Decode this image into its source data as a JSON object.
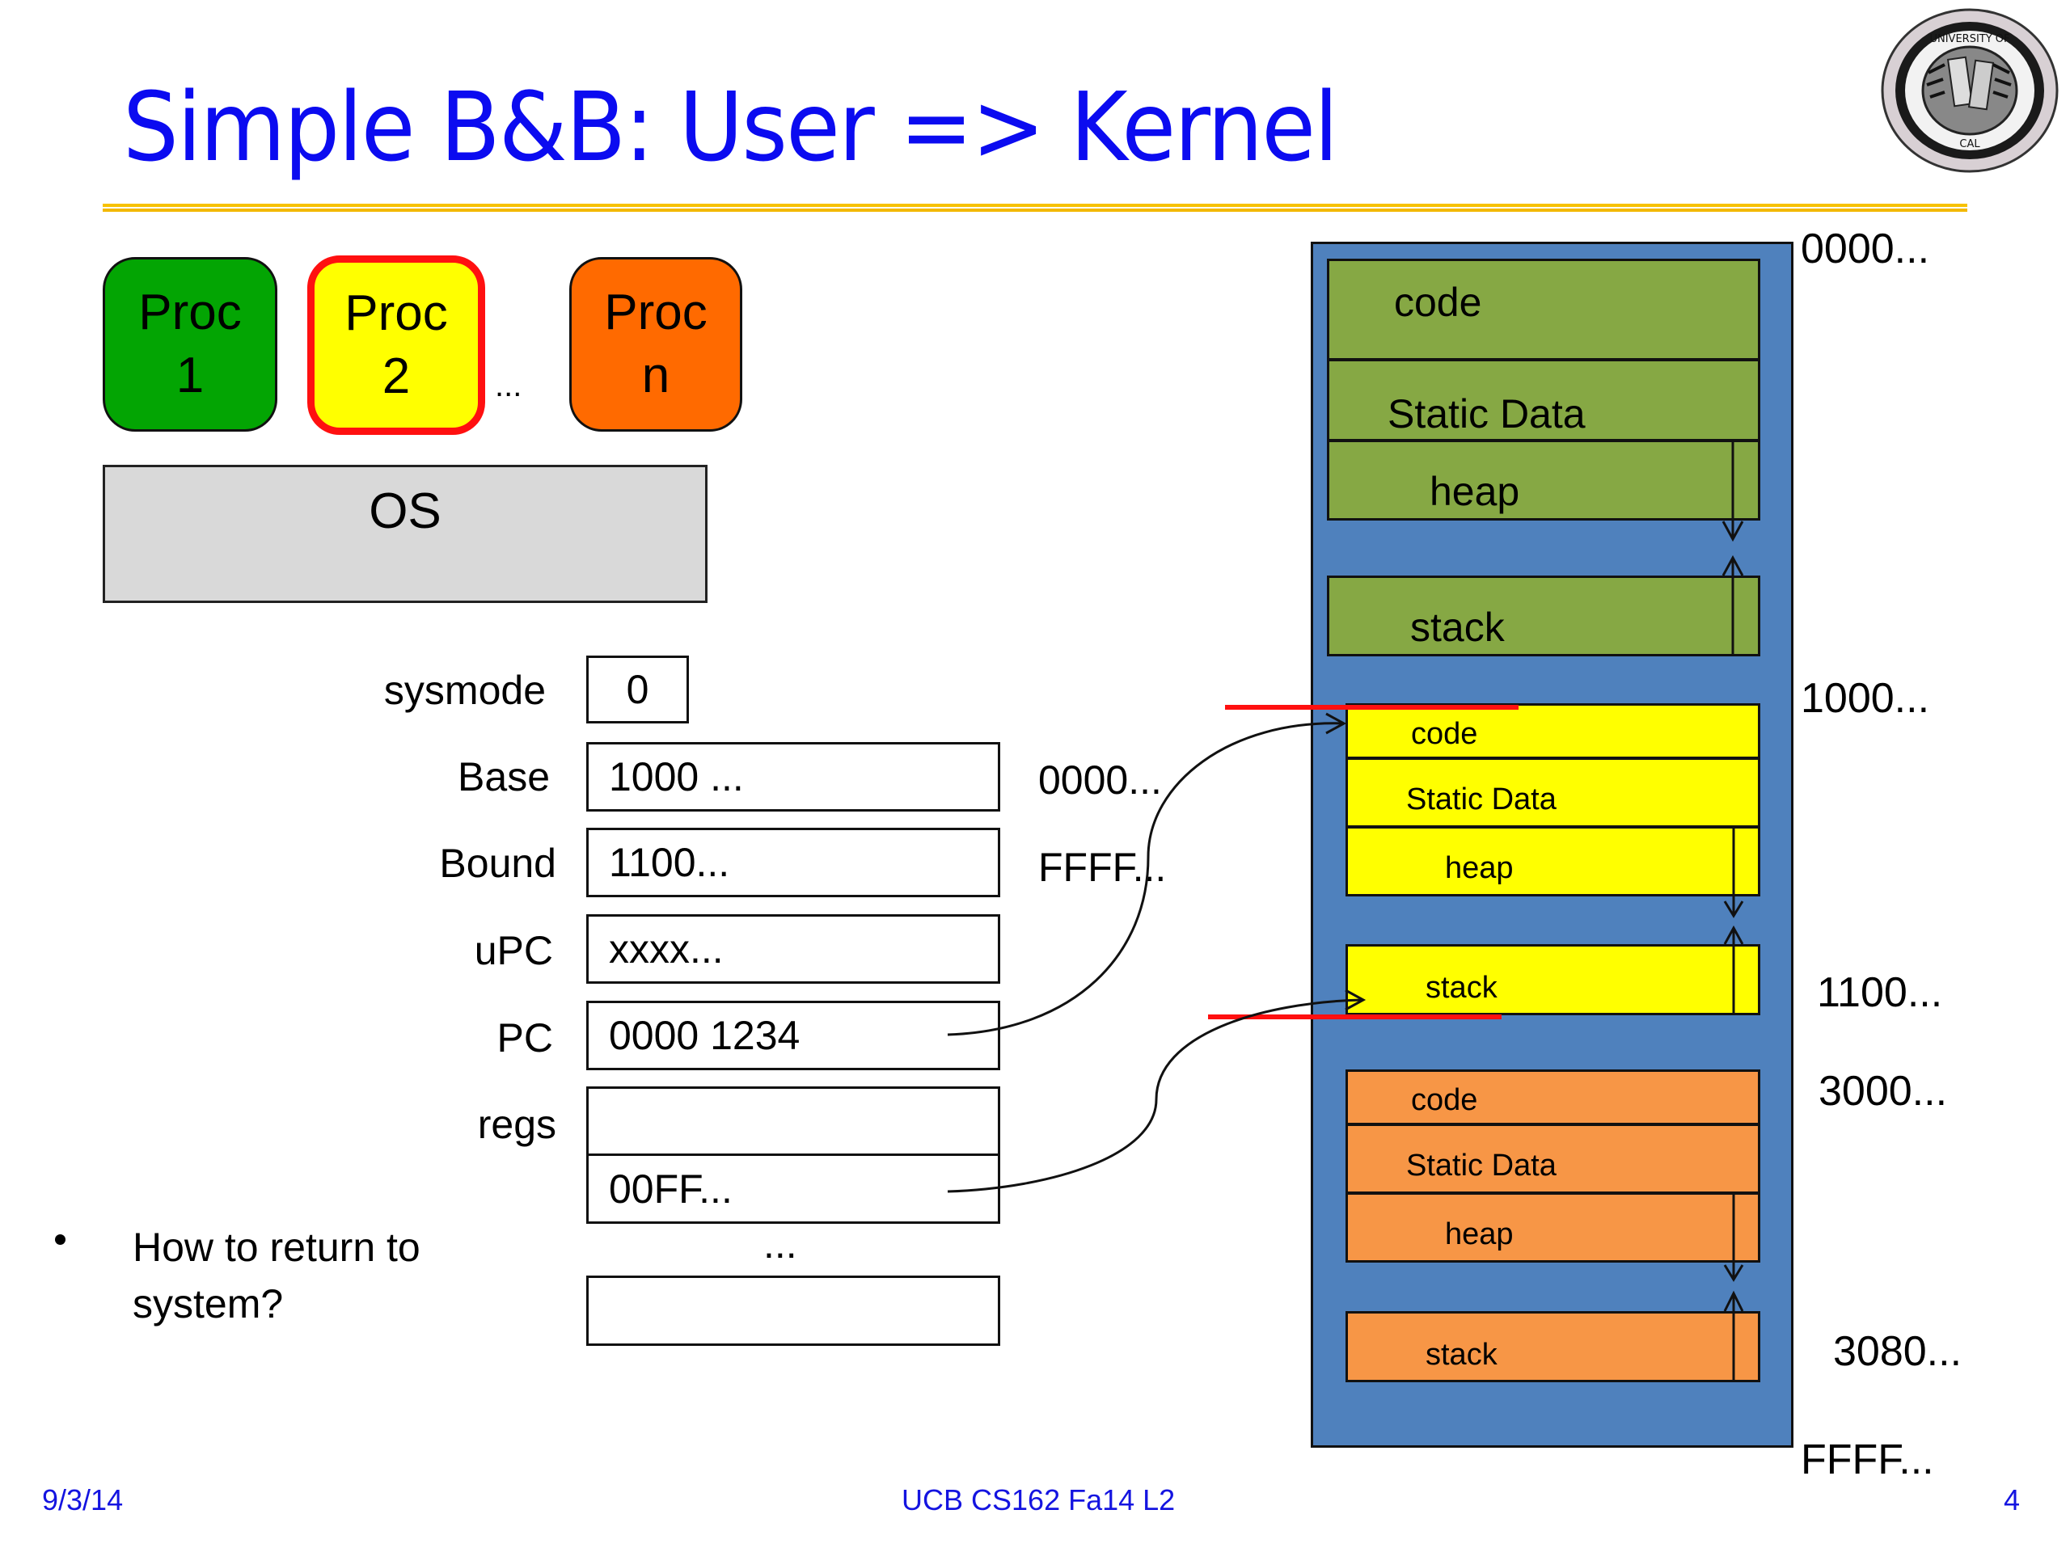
{
  "slide": {
    "title": "Simple B&B: User => Kernel",
    "logo": "uc-seal-icon",
    "accent_colors": {
      "title": "#0b0bf0",
      "rule": "#f7c200"
    }
  },
  "processes": [
    {
      "name": "Proc",
      "id": "1",
      "color": "#03a503",
      "active": false
    },
    {
      "name": "Proc",
      "id": "2",
      "color": "#ffff00",
      "active": true,
      "highlight": "#ff1010"
    },
    {
      "name": "Proc",
      "id": "n",
      "color": "#ff6a00",
      "active": false
    }
  ],
  "process_ellipsis": "...",
  "os_label": "OS",
  "registers": [
    {
      "label": "sysmode",
      "value": "0"
    },
    {
      "label": "Base",
      "value": "1000 ...",
      "side": "0000..."
    },
    {
      "label": "Bound",
      "value": "1100...",
      "side": "FFFF..."
    },
    {
      "label": "uPC",
      "value": "xxxx..."
    },
    {
      "label": "PC",
      "value": "0000 1234"
    },
    {
      "label": "regs",
      "value": ""
    },
    {
      "label": "",
      "value": "00FF..."
    },
    {
      "label": "",
      "value": ""
    }
  ],
  "regs_ellipsis": "...",
  "bullets": [
    "How to return to system?"
  ],
  "memory": {
    "colors": {
      "background": "#4f81bd",
      "kernel": "#86a844",
      "proc2": "#ffff00",
      "procn": "#f79646",
      "bound_marker": "#ff1010"
    },
    "regions": [
      {
        "owner": "kernel",
        "segments": [
          "code",
          "Static Data",
          "heap",
          "stack"
        ]
      },
      {
        "owner": "proc2",
        "segments": [
          "code",
          "Static Data",
          "heap",
          "stack"
        ]
      },
      {
        "owner": "procn",
        "segments": [
          "code",
          "Static Data",
          "heap",
          "stack"
        ]
      }
    ],
    "addresses": [
      "0000...",
      "1000...",
      "1100...",
      "3000...",
      "3080...",
      "FFFF..."
    ]
  },
  "footer": {
    "date": "9/3/14",
    "course": "UCB CS162 Fa14 L2",
    "page": "4"
  }
}
